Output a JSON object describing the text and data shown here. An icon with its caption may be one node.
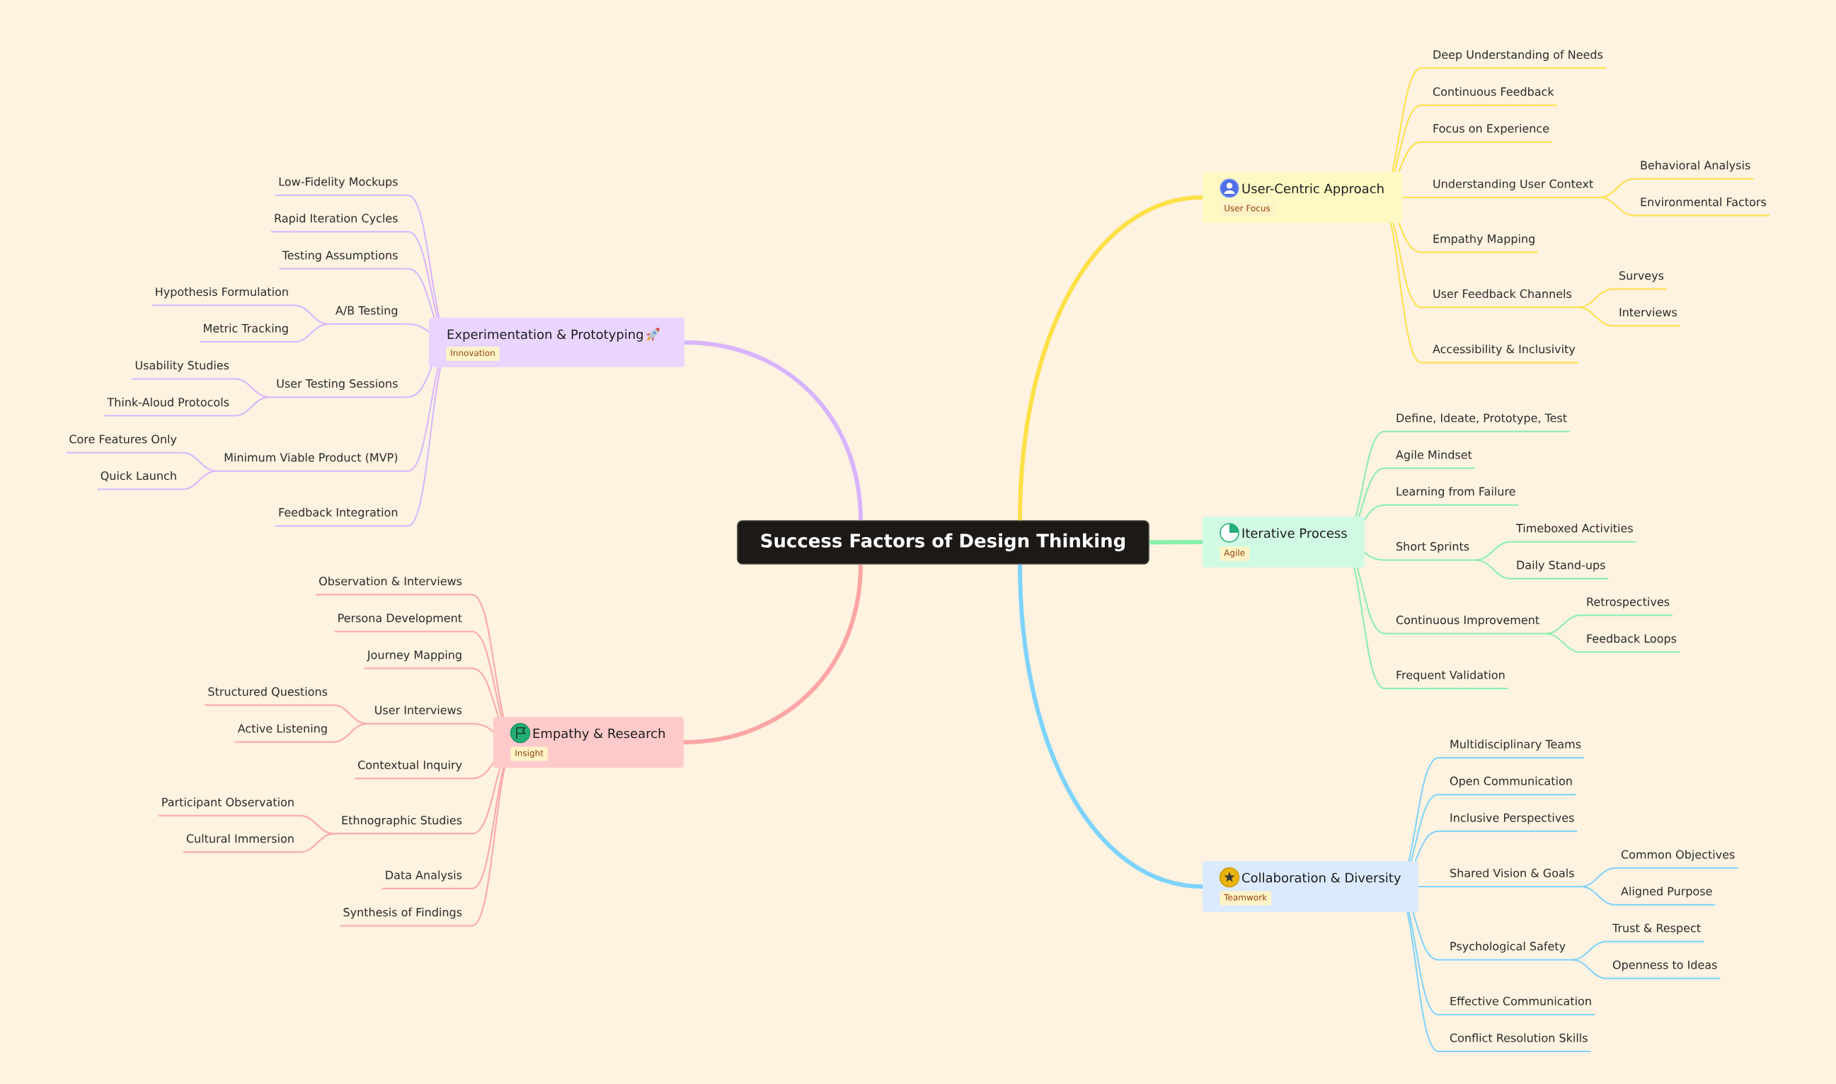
{
  "diagram": {
    "nodes": [
      {
        "text": [
          "Success Factors of Design Thinking"
        ]
      },
      {
        "text": [
          "User-Centric Approach",
          "User Focus"
        ]
      },
      {
        "text": [
          "Deep Understanding of Needs"
        ]
      },
      {
        "text": [
          "Continuous Feedback"
        ]
      },
      {
        "text": [
          "Focus on Experience"
        ]
      },
      {
        "text": [
          "Understanding User Context"
        ]
      },
      {
        "text": [
          "Behavioral Analysis"
        ]
      },
      {
        "text": [
          "Environmental Factors"
        ]
      },
      {
        "text": [
          "Empathy Mapping"
        ]
      },
      {
        "text": [
          "User Feedback Channels"
        ]
      },
      {
        "text": [
          "Surveys"
        ]
      },
      {
        "text": [
          "Interviews"
        ]
      },
      {
        "text": [
          "Accessibility & Inclusivity"
        ]
      },
      {
        "text": [
          "Iterative Process",
          "Agile"
        ]
      },
      {
        "text": [
          "Define, Ideate, Prototype, Test"
        ]
      },
      {
        "text": [
          "Agile Mindset"
        ]
      },
      {
        "text": [
          "Learning from Failure"
        ]
      },
      {
        "text": [
          "Short Sprints"
        ]
      },
      {
        "text": [
          "Timeboxed Activities"
        ]
      },
      {
        "text": [
          "Daily Stand-ups"
        ]
      },
      {
        "text": [
          "Continuous Improvement"
        ]
      },
      {
        "text": [
          "Retrospectives"
        ]
      },
      {
        "text": [
          "Feedback Loops"
        ]
      },
      {
        "text": [
          "Frequent Validation"
        ]
      },
      {
        "text": [
          "Collaboration & Diversity",
          "Teamwork"
        ]
      },
      {
        "text": [
          "Multidisciplinary Teams"
        ]
      },
      {
        "text": [
          "Open Communication"
        ]
      },
      {
        "text": [
          "Inclusive Perspectives"
        ]
      },
      {
        "text": [
          "Shared Vision & Goals"
        ]
      },
      {
        "text": [
          "Common Objectives"
        ]
      },
      {
        "text": [
          "Aligned Purpose"
        ]
      },
      {
        "text": [
          "Psychological Safety"
        ]
      },
      {
        "text": [
          "Trust & Respect"
        ]
      },
      {
        "text": [
          "Openness to Ideas"
        ]
      },
      {
        "text": [
          "Effective Communication"
        ]
      },
      {
        "text": [
          "Conflict Resolution Skills"
        ]
      },
      {
        "text": [
          "Experimentation & Prototyping",
          "Innovation"
        ]
      },
      {
        "text": [
          "Low-Fidelity Mockups"
        ]
      },
      {
        "text": [
          "Rapid Iteration Cycles"
        ]
      },
      {
        "text": [
          "Testing Assumptions"
        ]
      },
      {
        "text": [
          "A/B Testing"
        ]
      },
      {
        "text": [
          "Hypothesis Formulation"
        ]
      },
      {
        "text": [
          "Metric Tracking"
        ]
      },
      {
        "text": [
          "User Testing Sessions"
        ]
      },
      {
        "text": [
          "Usability Studies"
        ]
      },
      {
        "text": [
          "Think-Aloud Protocols"
        ]
      },
      {
        "text": [
          "Minimum Viable Product (MVP)"
        ]
      },
      {
        "text": [
          "Core Features Only"
        ]
      },
      {
        "text": [
          "Quick Launch"
        ]
      },
      {
        "text": [
          "Feedback Integration"
        ]
      },
      {
        "text": [
          "Empathy & Research",
          "Insight"
        ]
      },
      {
        "text": [
          "Observation & Interviews"
        ]
      },
      {
        "text": [
          "Persona Development"
        ]
      },
      {
        "text": [
          "Journey Mapping"
        ]
      },
      {
        "text": [
          "User Interviews"
        ]
      },
      {
        "text": [
          "Structured Questions"
        ]
      },
      {
        "text": [
          "Active Listening"
        ]
      },
      {
        "text": [
          "Contextual Inquiry"
        ]
      },
      {
        "text": [
          "Ethnographic Studies"
        ]
      },
      {
        "text": [
          "Participant Observation"
        ]
      },
      {
        "text": [
          "Cultural Immersion"
        ]
      },
      {
        "text": [
          "Data Analysis"
        ]
      },
      {
        "text": [
          "Synthesis of Findings"
        ]
      }
    ],
    "edges": [
      {
        "from": 0,
        "to": 1,
        "arrow": "none",
        "style": "thick",
        "color": "#fde047"
      },
      {
        "from": 1,
        "to": 2,
        "arrow": "none",
        "color": "#fde047"
      },
      {
        "from": 1,
        "to": 3,
        "arrow": "none",
        "color": "#fde047"
      },
      {
        "from": 1,
        "to": 4,
        "arrow": "none",
        "color": "#fde047"
      },
      {
        "from": 1,
        "to": 5,
        "arrow": "none",
        "color": "#fde047"
      },
      {
        "from": 5,
        "to": 6,
        "arrow": "none",
        "color": "#fde047"
      },
      {
        "from": 5,
        "to": 7,
        "arrow": "none",
        "color": "#fde047"
      },
      {
        "from": 1,
        "to": 8,
        "arrow": "none",
        "color": "#fde047"
      },
      {
        "from": 1,
        "to": 9,
        "arrow": "none",
        "color": "#fde047"
      },
      {
        "from": 9,
        "to": 10,
        "arrow": "none",
        "color": "#fde047"
      },
      {
        "from": 9,
        "to": 11,
        "arrow": "none",
        "color": "#fde047"
      },
      {
        "from": 1,
        "to": 12,
        "arrow": "none",
        "color": "#fde047"
      },
      {
        "from": 0,
        "to": 13,
        "arrow": "none",
        "style": "thick",
        "color": "#86efac"
      },
      {
        "from": 13,
        "to": 14,
        "arrow": "none",
        "color": "#86efac"
      },
      {
        "from": 13,
        "to": 15,
        "arrow": "none",
        "color": "#86efac"
      },
      {
        "from": 13,
        "to": 16,
        "arrow": "none",
        "color": "#86efac"
      },
      {
        "from": 13,
        "to": 17,
        "arrow": "none",
        "color": "#86efac"
      },
      {
        "from": 17,
        "to": 18,
        "arrow": "none",
        "color": "#86efac"
      },
      {
        "from": 17,
        "to": 19,
        "arrow": "none",
        "color": "#86efac"
      },
      {
        "from": 13,
        "to": 20,
        "arrow": "none",
        "color": "#86efac"
      },
      {
        "from": 20,
        "to": 21,
        "arrow": "none",
        "color": "#86efac"
      },
      {
        "from": 20,
        "to": 22,
        "arrow": "none",
        "color": "#86efac"
      },
      {
        "from": 13,
        "to": 23,
        "arrow": "none",
        "color": "#86efac"
      },
      {
        "from": 0,
        "to": 24,
        "arrow": "none",
        "style": "thick",
        "color": "#7dd3fc"
      },
      {
        "from": 24,
        "to": 25,
        "arrow": "none",
        "color": "#7dd3fc"
      },
      {
        "from": 24,
        "to": 26,
        "arrow": "none",
        "color": "#7dd3fc"
      },
      {
        "from": 24,
        "to": 27,
        "arrow": "none",
        "color": "#7dd3fc"
      },
      {
        "from": 24,
        "to": 28,
        "arrow": "none",
        "color": "#7dd3fc"
      },
      {
        "from": 28,
        "to": 29,
        "arrow": "none",
        "color": "#7dd3fc"
      },
      {
        "from": 28,
        "to": 30,
        "arrow": "none",
        "color": "#7dd3fc"
      },
      {
        "from": 24,
        "to": 31,
        "arrow": "none",
        "color": "#7dd3fc"
      },
      {
        "from": 31,
        "to": 32,
        "arrow": "none",
        "color": "#7dd3fc"
      },
      {
        "from": 31,
        "to": 33,
        "arrow": "none",
        "color": "#7dd3fc"
      },
      {
        "from": 24,
        "to": 34,
        "arrow": "none",
        "color": "#7dd3fc"
      },
      {
        "from": 24,
        "to": 35,
        "arrow": "none",
        "color": "#7dd3fc"
      },
      {
        "from": 0,
        "to": 36,
        "arrow": "none",
        "style": "thick",
        "color": "#d8b4fe"
      },
      {
        "from": 36,
        "to": 37,
        "arrow": "none",
        "color": "#d8b4fe"
      },
      {
        "from": 36,
        "to": 38,
        "arrow": "none",
        "color": "#d8b4fe"
      },
      {
        "from": 36,
        "to": 39,
        "arrow": "none",
        "color": "#d8b4fe"
      },
      {
        "from": 36,
        "to": 40,
        "arrow": "none",
        "color": "#d8b4fe"
      },
      {
        "from": 40,
        "to": 41,
        "arrow": "none",
        "color": "#d8b4fe"
      },
      {
        "from": 40,
        "to": 42,
        "arrow": "none",
        "color": "#d8b4fe"
      },
      {
        "from": 36,
        "to": 43,
        "arrow": "none",
        "color": "#d8b4fe"
      },
      {
        "from": 43,
        "to": 44,
        "arrow": "none",
        "color": "#d8b4fe"
      },
      {
        "from": 43,
        "to": 45,
        "arrow": "none",
        "color": "#d8b4fe"
      },
      {
        "from": 36,
        "to": 46,
        "arrow": "none",
        "color": "#d8b4fe"
      },
      {
        "from": 46,
        "to": 47,
        "arrow": "none",
        "color": "#d8b4fe"
      },
      {
        "from": 46,
        "to": 48,
        "arrow": "none",
        "color": "#d8b4fe"
      },
      {
        "from": 36,
        "to": 49,
        "arrow": "none",
        "color": "#d8b4fe"
      },
      {
        "from": 0,
        "to": 50,
        "arrow": "none",
        "style": "thick",
        "color": "#fca5a5"
      },
      {
        "from": 50,
        "to": 51,
        "arrow": "none",
        "color": "#fca5a5"
      },
      {
        "from": 50,
        "to": 52,
        "arrow": "none",
        "color": "#fca5a5"
      },
      {
        "from": 50,
        "to": 53,
        "arrow": "none",
        "color": "#fca5a5"
      },
      {
        "from": 50,
        "to": 54,
        "arrow": "none",
        "color": "#fca5a5"
      },
      {
        "from": 54,
        "to": 55,
        "arrow": "none",
        "color": "#fca5a5"
      },
      {
        "from": 54,
        "to": 56,
        "arrow": "none",
        "color": "#fca5a5"
      },
      {
        "from": 50,
        "to": 57,
        "arrow": "none",
        "color": "#fca5a5"
      },
      {
        "from": 50,
        "to": 58,
        "arrow": "none",
        "color": "#fca5a5"
      },
      {
        "from": 58,
        "to": 59,
        "arrow": "none",
        "color": "#fca5a5"
      },
      {
        "from": 58,
        "to": 60,
        "arrow": "none",
        "color": "#fca5a5"
      },
      {
        "from": 50,
        "to": 61,
        "arrow": "none",
        "color": "#fca5a5"
      },
      {
        "from": 50,
        "to": 62,
        "arrow": "none",
        "color": "#fca5a5"
      }
    ]
  }
}
